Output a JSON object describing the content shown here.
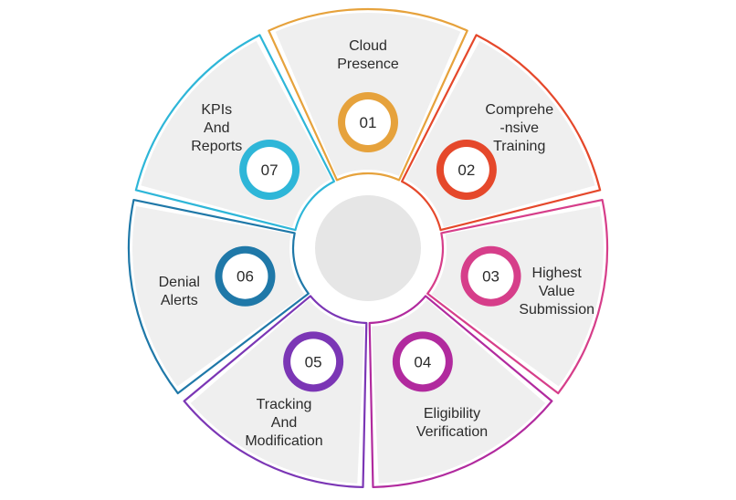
{
  "segments": [
    {
      "number": "01",
      "label_lines": [
        "Cloud",
        "Presence"
      ],
      "color": "#E6A23C"
    },
    {
      "number": "02",
      "label_lines": [
        "Comprehe",
        "-nsive",
        "Training"
      ],
      "color": "#E5482B"
    },
    {
      "number": "03",
      "label_lines": [
        "Highest",
        "Value",
        "Submission"
      ],
      "color": "#D63E8A"
    },
    {
      "number": "04",
      "label_lines": [
        "Eligibility",
        "Verification"
      ],
      "color": "#B12A9E"
    },
    {
      "number": "05",
      "label_lines": [
        "Tracking",
        "And",
        "Modification"
      ],
      "color": "#7B36B5"
    },
    {
      "number": "06",
      "label_lines": [
        "Denial",
        "Alerts"
      ],
      "color": "#1F78A8"
    },
    {
      "number": "07",
      "label_lines": [
        "KPIs",
        "And",
        "Reports"
      ],
      "color": "#2EB6D8"
    }
  ],
  "colors": {
    "segment_fill": "#EFEFEF",
    "center_fill": "#E6E6E6",
    "text": "#2B2B2B"
  }
}
